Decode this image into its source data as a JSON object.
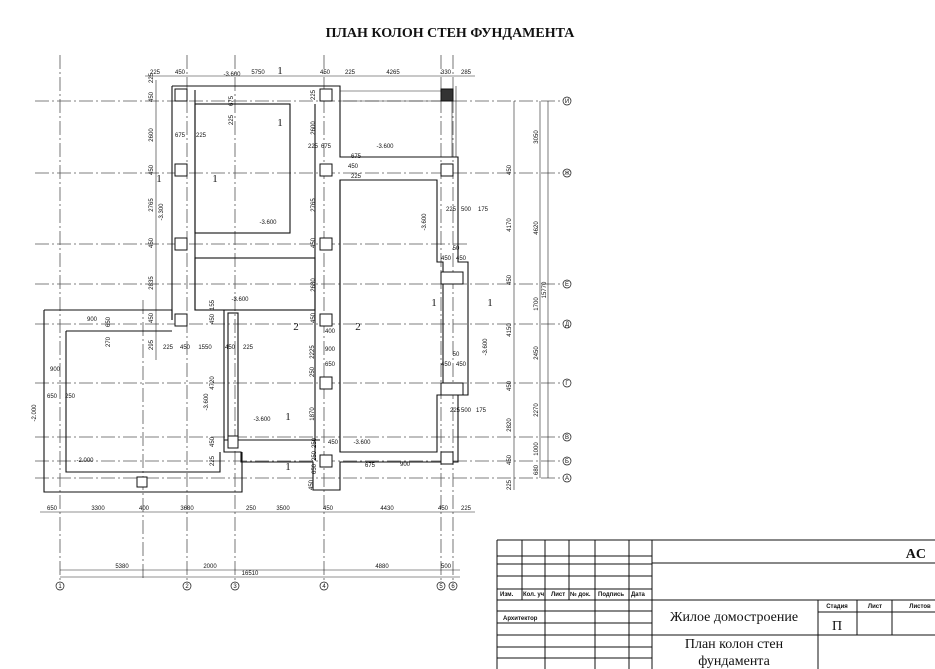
{
  "title": "ПЛАН  КОЛОН СТЕН ФУНДАМЕНТА",
  "colors": {
    "line": "#111111",
    "blue_mark": "#1a5fb4"
  },
  "axes": {
    "columns": [
      "1",
      "2",
      "3",
      "4",
      "5",
      "6"
    ],
    "rows": [
      "И",
      "Ж",
      "Е",
      "Д",
      "Г",
      "В",
      "Б",
      "А"
    ]
  },
  "dimensions": {
    "top": [
      "225",
      "450",
      "5750",
      "450",
      "225",
      "4265",
      "330",
      "285"
    ],
    "bottom": [
      "650",
      "3300",
      "400",
      "3680",
      "250",
      "3500",
      "450",
      "4430",
      "450",
      "225"
    ],
    "bottom_chain": [
      "5380",
      "2000",
      "4880",
      "500"
    ],
    "bottom_total": "16510",
    "right_outer": [
      "3050",
      "4620",
      "1700",
      "2450",
      "2270",
      "1000",
      "680"
    ],
    "right_total": "15770",
    "right_inner": [
      "450",
      "4170",
      "450",
      "4150",
      "450",
      "2820",
      "450",
      "225"
    ],
    "left": [
      "225",
      "450",
      "2600",
      "450",
      "2765",
      "450",
      "2835",
      "450",
      "295"
    ],
    "interior": [
      "675",
      "225",
      "675",
      "225",
      "2600",
      "225",
      "675",
      "675",
      "225",
      "2765",
      "450",
      "2680",
      "450",
      "225",
      "500",
      "175",
      "450",
      "450",
      "50",
      "450",
      "450",
      "50",
      "225",
      "500",
      "175",
      "900",
      "650",
      "270",
      "225",
      "450",
      "1550",
      "450",
      "225",
      "155",
      "450",
      "4720",
      "450",
      "225",
      "900",
      "650",
      "250",
      "400",
      "2225",
      "900",
      "250",
      "650",
      "1870",
      "450",
      "250",
      "650",
      "250",
      "450",
      "675",
      "900",
      "450",
      "225"
    ]
  },
  "elevations": [
    "-3.600",
    "-3.600",
    "-3.600",
    "-3.600",
    "-3.600",
    "-3.600",
    "-3.600",
    "-3.600",
    "-3.600",
    "-3.300",
    "-2.000",
    "-2.000"
  ],
  "sections": [
    "1",
    "1",
    "1",
    "1",
    "1",
    "1",
    "1",
    "1",
    "2",
    "2"
  ],
  "title_block": {
    "code": "AC",
    "headers": [
      "Изм.",
      "Кол. уч.",
      "Лист",
      "№ док.",
      "Подпись",
      "Дата"
    ],
    "role": "Архитектор",
    "project": "Жилое домостроение",
    "sheet_title_1": "План  колон стен",
    "sheet_title_2": "фундамента",
    "stage_label": "Стадия",
    "sheet_label": "Лист",
    "sheets_label": "Листов",
    "stage_value": "П"
  }
}
